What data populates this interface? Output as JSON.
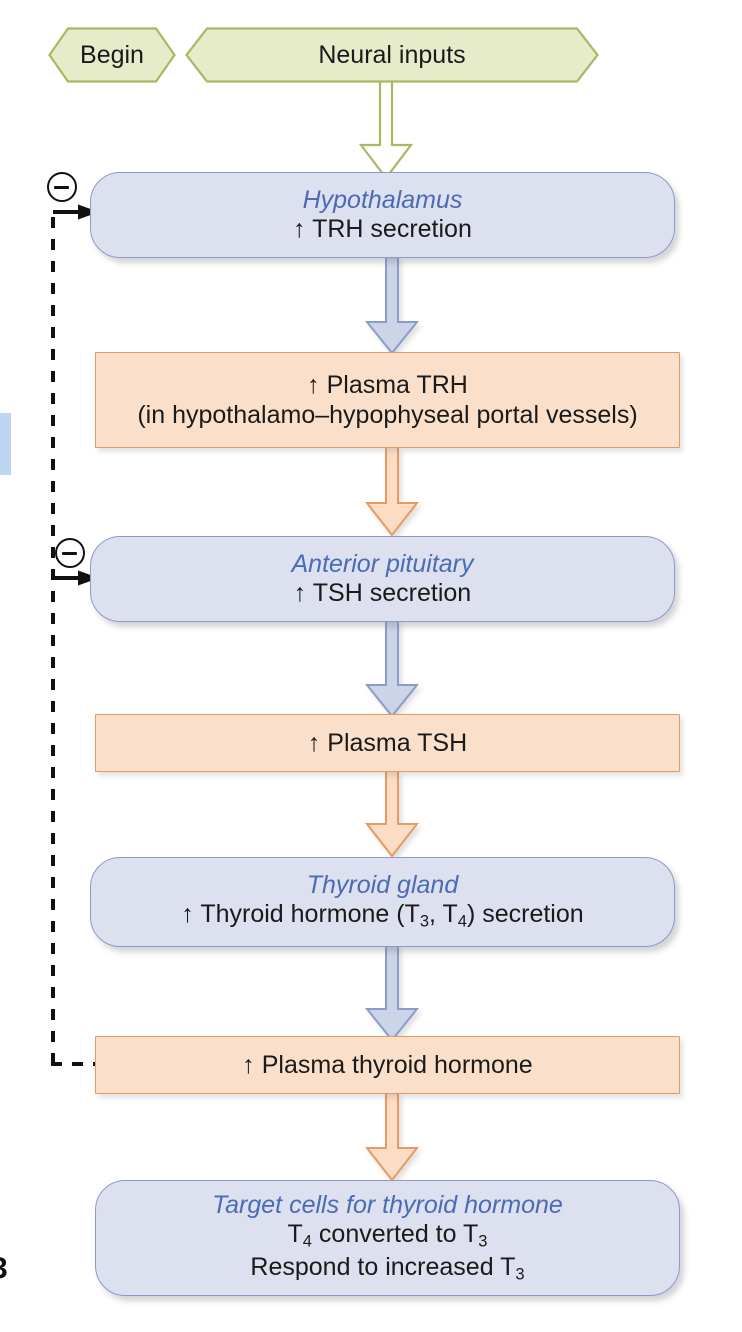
{
  "diagram": {
    "title": "Hypothalamic-pituitary-thyroid axis regulation flowchart",
    "colors": {
      "box_blue_fill": "#dce0ef",
      "box_blue_border": "#8b9ccc",
      "box_blue_title_text": "#4a6bb5",
      "box_orange_fill": "#fae0cb",
      "box_orange_border": "#e89a5e",
      "hex_green_fill": "#e6ecca",
      "hex_green_border": "#a8b863",
      "arrow_blue_fill": "#ccd4e8",
      "arrow_blue_border": "#8b9ccc",
      "arrow_orange_fill": "#fbdcc4",
      "arrow_orange_border": "#e89a5e",
      "arrow_green_fill": "#ffffff",
      "arrow_green_border": "#a8b863",
      "feedback_line": "#111111",
      "body_text": "#1a1a1a"
    },
    "start": {
      "begin_label": "Begin",
      "neural_inputs_label": "Neural inputs"
    },
    "nodes": [
      {
        "id": "hypothalamus",
        "type": "organ",
        "title": "Hypothalamus",
        "lines": [
          "↑ TRH secretion"
        ]
      },
      {
        "id": "plasma-trh",
        "type": "plasma",
        "lines": [
          "↑ Plasma TRH",
          "(in hypothalamo–hypophyseal portal vessels)"
        ]
      },
      {
        "id": "anterior-pituitary",
        "type": "organ",
        "title": "Anterior pituitary",
        "lines": [
          "↑ TSH secretion"
        ]
      },
      {
        "id": "plasma-tsh",
        "type": "plasma",
        "lines": [
          "↑ Plasma TSH"
        ]
      },
      {
        "id": "thyroid-gland",
        "type": "organ",
        "title": "Thyroid gland",
        "lines": [
          "↑ Thyroid hormone (T3, T4) secretion"
        ]
      },
      {
        "id": "plasma-thyroid-hormone",
        "type": "plasma",
        "lines": [
          "↑ Plasma thyroid hormone"
        ]
      },
      {
        "id": "target-cells",
        "type": "organ",
        "title": "Target cells for thyroid hormone",
        "lines": [
          "T4 converted to T3",
          "Respond to increased T3"
        ]
      }
    ],
    "feedback": {
      "symbol": "⊖",
      "sign_label": "negative",
      "targets": [
        "hypothalamus",
        "anterior-pituitary"
      ],
      "source": "plasma-thyroid-hormone",
      "line_style": "dashed"
    }
  }
}
